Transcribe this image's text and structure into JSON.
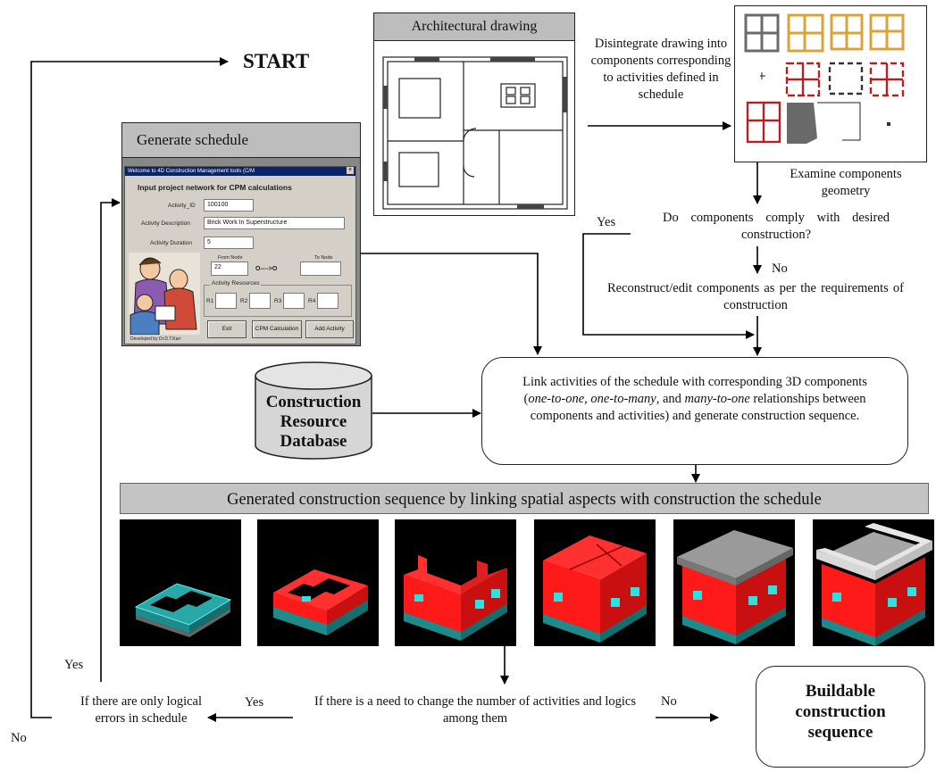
{
  "start_label": "START",
  "arch_drawing": {
    "title": "Architectural drawing"
  },
  "disintegrate_text": "Disintegrate drawing into components corresponding to activities defined in schedule",
  "examine_text": "Examine components geometry",
  "comply_question": "Do components comply with desired construction?",
  "yes_label_comply": "Yes",
  "no_label_comply": "No",
  "reconstruct_text": "Reconstruct/edit components as per the requirements of construction",
  "generate_schedule": {
    "title": "Generate schedule",
    "dialog": {
      "window_title": "Welcome to 4D Construction Management tools (C/M",
      "heading": "Input project network for CPM calculations",
      "activity_id_label": "Activity_ID",
      "activity_id_value": "100100",
      "activity_desc_label": "Activity Description",
      "activity_desc_value": "Brick Work In Superstructure",
      "activity_duration_label": "Activity Duration",
      "activity_duration_value": "5",
      "from_node_label": "From Node",
      "from_node_value": "22",
      "to_node_label": "To Node",
      "node_arrow": "O---->O",
      "resources_label": "Activity Resources",
      "resource_labels": [
        "R1",
        "R2",
        "R3",
        "R4"
      ],
      "exit_button": "Exit",
      "cpm_button": "CPM Calculation",
      "add_button": "Add Activity",
      "developer_note": "Developed by Dr.D.T.Karr"
    }
  },
  "database": {
    "line1": "Construction",
    "line2": "Resource",
    "line3": "Database"
  },
  "link_box": {
    "part1": "Link activities of the schedule with corresponding 3D components (",
    "em1": "one-to-one",
    "sep1": ", ",
    "em2": "one-to-many",
    "sep2": ", and ",
    "em3": "many-to-one",
    "part2": " relationships between components and activities) and generate construction sequence."
  },
  "sequence_header": "Generated construction sequence by linking spatial aspects with construction the schedule",
  "need_change_text": "If there is a need to change the number of activities and logics among them",
  "yes_label_change": "Yes",
  "no_label_change": "No",
  "logical_errors_text": "If there are only logical errors in schedule",
  "yes_label_logical": "Yes",
  "no_label_logical": "No",
  "buildable_text": "Buildable construction sequence",
  "colors": {
    "wall": "#ff1a1a",
    "foundation": "#33d6d6",
    "roof": "#8c8c8c",
    "header_gray": "#bdbdbd"
  }
}
